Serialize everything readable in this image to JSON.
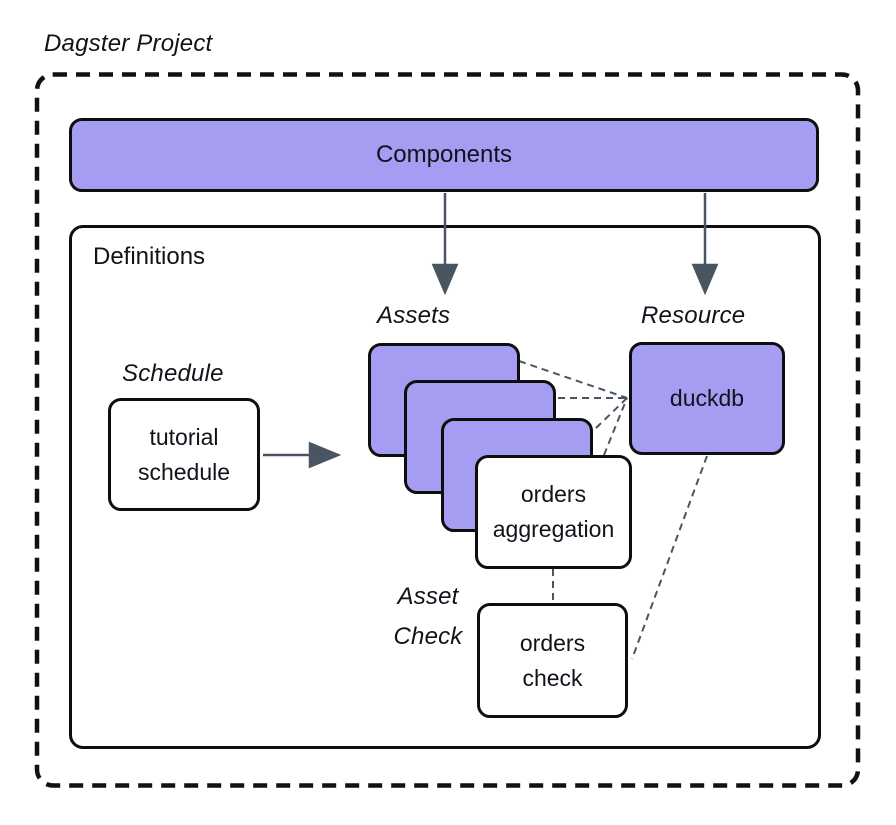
{
  "title": "Dagster Project",
  "components": {
    "label": "Components"
  },
  "definitions": {
    "label": "Definitions",
    "schedule": {
      "section_label": "Schedule",
      "node_label": "tutorial\nschedule"
    },
    "assets": {
      "section_label": "Assets",
      "front_node_label": "orders\naggregation"
    },
    "resource": {
      "section_label": "Resource",
      "node_label": "duckdb"
    },
    "asset_check": {
      "section_label": "Asset\nCheck",
      "node_label": "orders\ncheck"
    }
  },
  "colors": {
    "node_fill_purple": "#a49df1",
    "node_fill_white": "#ffffff",
    "outline_black": "#0e0e0e",
    "connector_slate": "#4a5562"
  }
}
